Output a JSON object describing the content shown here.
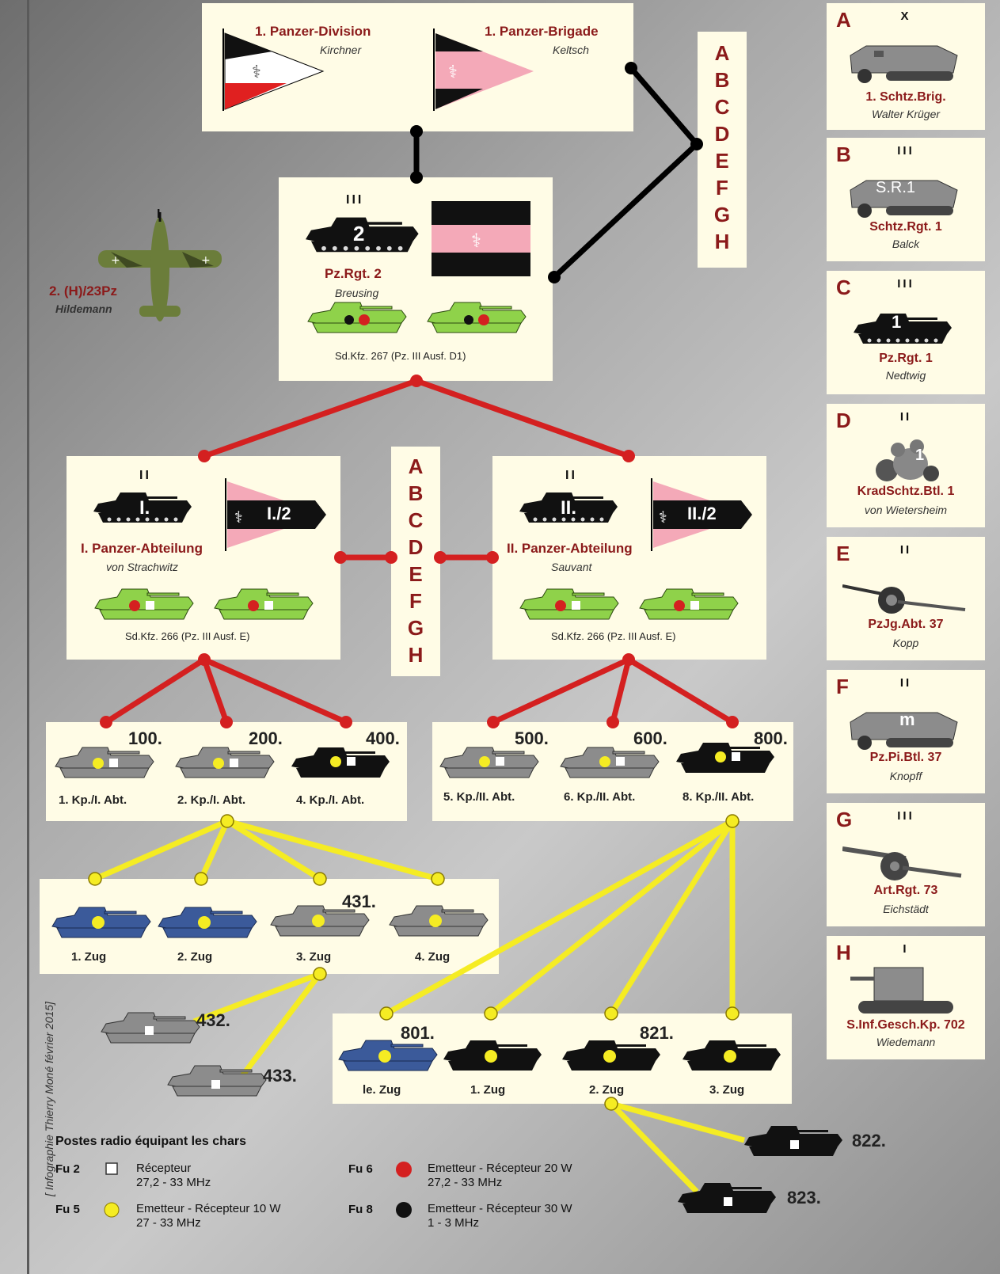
{
  "division": {
    "name": "1. Panzer-Division",
    "commander": "Kirchner"
  },
  "brigade": {
    "name": "1. Panzer-Brigade",
    "commander": "Keltsch"
  },
  "letters": [
    "A",
    "B",
    "C",
    "D",
    "E",
    "F",
    "G",
    "H"
  ],
  "air_unit": {
    "echelon": "I",
    "name": "2. (H)/23Pz",
    "commander": "Hildemann"
  },
  "regiment": {
    "echelon": "III",
    "number": "2",
    "name": "Pz.Rgt. 2",
    "commander": "Breusing",
    "equipment": "Sd.Kfz. 267 (Pz. III Ausf. D1)"
  },
  "battalions": [
    {
      "echelon": "II",
      "tank_mark": "I.",
      "pennant": "I./2",
      "name": "I. Panzer-Abteilung",
      "commander": "von Strachwitz",
      "equipment": "Sd.Kfz. 266 (Pz. III Ausf. E)"
    },
    {
      "echelon": "II",
      "tank_mark": "II.",
      "pennant": "II./2",
      "name": "II. Panzer-Abteilung",
      "commander": "Sauvant",
      "equipment": "Sd.Kfz. 266 (Pz. III Ausf. E)"
    }
  ],
  "companies": [
    {
      "number": "100.",
      "label": "1. Kp./I. Abt."
    },
    {
      "number": "200.",
      "label": "2. Kp./I. Abt."
    },
    {
      "number": "400.",
      "label": "4. Kp./I. Abt."
    },
    {
      "number": "500.",
      "label": "5. Kp./II. Abt."
    },
    {
      "number": "600.",
      "label": "6. Kp./II. Abt."
    },
    {
      "number": "800.",
      "label": "8. Kp./II. Abt."
    }
  ],
  "platoons_400": [
    {
      "label": "1. Zug"
    },
    {
      "label": "2. Zug"
    },
    {
      "label": "3. Zug",
      "number": "431."
    },
    {
      "label": "4. Zug"
    }
  ],
  "platoons_800": [
    {
      "label": "le. Zug",
      "number": "801."
    },
    {
      "label": "1. Zug"
    },
    {
      "label": "2. Zug",
      "number": "821."
    },
    {
      "label": "3. Zug"
    }
  ],
  "extra_tanks": [
    "432.",
    "433.",
    "822.",
    "823."
  ],
  "side_units": [
    {
      "letter": "A",
      "echelon": "X",
      "name": "1. Schtz.Brig.",
      "commander": "Walter Krüger",
      "vehicle": "halftrack"
    },
    {
      "letter": "B",
      "echelon": "III",
      "name": "Schtz.Rgt. 1",
      "commander": "Balck",
      "vehicle": "halftrack",
      "mark": "S.R.1"
    },
    {
      "letter": "C",
      "echelon": "III",
      "name": "Pz.Rgt. 1",
      "commander": "Nedtwig",
      "vehicle": "tank",
      "mark": "1"
    },
    {
      "letter": "D",
      "echelon": "II",
      "name": "KradSchtz.Btl. 1",
      "commander": "von Wietersheim",
      "vehicle": "motorcycle",
      "mark": "1"
    },
    {
      "letter": "E",
      "echelon": "II",
      "name": "PzJg.Abt. 37",
      "commander": "Kopp",
      "vehicle": "antitank-gun"
    },
    {
      "letter": "F",
      "echelon": "II",
      "name": "Pz.Pi.Btl. 37",
      "commander": "Knopff",
      "vehicle": "halftrack",
      "mark": "m"
    },
    {
      "letter": "G",
      "echelon": "III",
      "name": "Art.Rgt. 73",
      "commander": "Eichstädt",
      "vehicle": "howitzer"
    },
    {
      "letter": "H",
      "echelon": "I",
      "name": "S.Inf.Gesch.Kp. 702",
      "commander": "Wiedemann",
      "vehicle": "spg"
    }
  ],
  "legend": {
    "title": "Postes radio équipant les chars",
    "items": [
      {
        "code": "Fu 2",
        "symbol": "white-square",
        "text": "Récepteur",
        "freq": "27,2 - 33 MHz"
      },
      {
        "code": "Fu 5",
        "symbol": "yellow-circle",
        "text": "Emetteur - Récepteur 10 W",
        "freq": "27 - 33 MHz"
      },
      {
        "code": "Fu 6",
        "symbol": "red-circle",
        "text": "Emetteur - Récepteur 20 W",
        "freq": "27,2 - 33 MHz"
      },
      {
        "code": "Fu 8",
        "symbol": "black-circle",
        "text": "Emetteur - Récepteur 30 W",
        "freq": "1 - 3 MHz"
      }
    ]
  },
  "credit": "[ Infographie Thierry Moné février 2015]",
  "colors": {
    "red_link": "#d42020",
    "yellow_link": "#f5ec23",
    "black_link": "#000000",
    "title_red": "#8b1a1a",
    "box_bg": "#fffce6",
    "tank_green": "#8fd24a",
    "tank_gray": "#8c8c8c",
    "tank_blue": "#3b5a9a",
    "tank_black": "#111111"
  }
}
